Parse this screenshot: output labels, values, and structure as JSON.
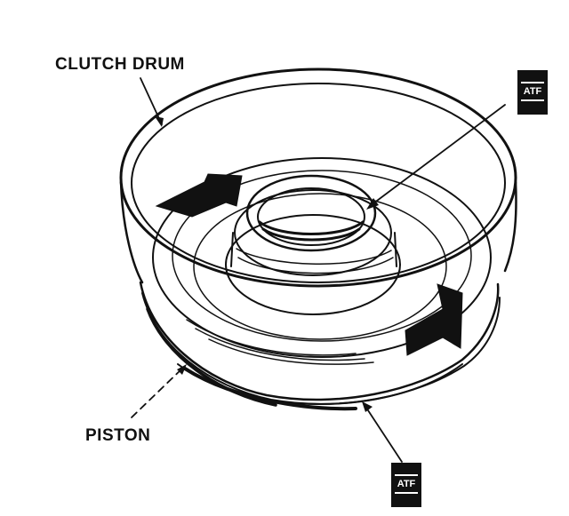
{
  "labels": {
    "clutch_drum": "CLUTCH DRUM",
    "piston": "PISTON",
    "atf_top": "ATF",
    "atf_bottom": "ATF"
  },
  "colors": {
    "ink": "#111111",
    "paper": "#ffffff"
  }
}
